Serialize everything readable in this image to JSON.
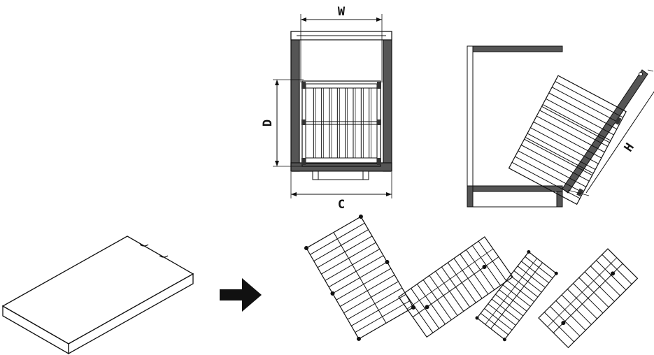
{
  "dimensions": {
    "width_label": "W",
    "depth_label": "D",
    "cabinet_label": "C",
    "height_label": "H"
  },
  "colors": {
    "line": "#111111",
    "panel_dark": "#555555",
    "panel_light": "#ffffff"
  },
  "icons": {
    "arrow": "right-arrow-icon"
  }
}
